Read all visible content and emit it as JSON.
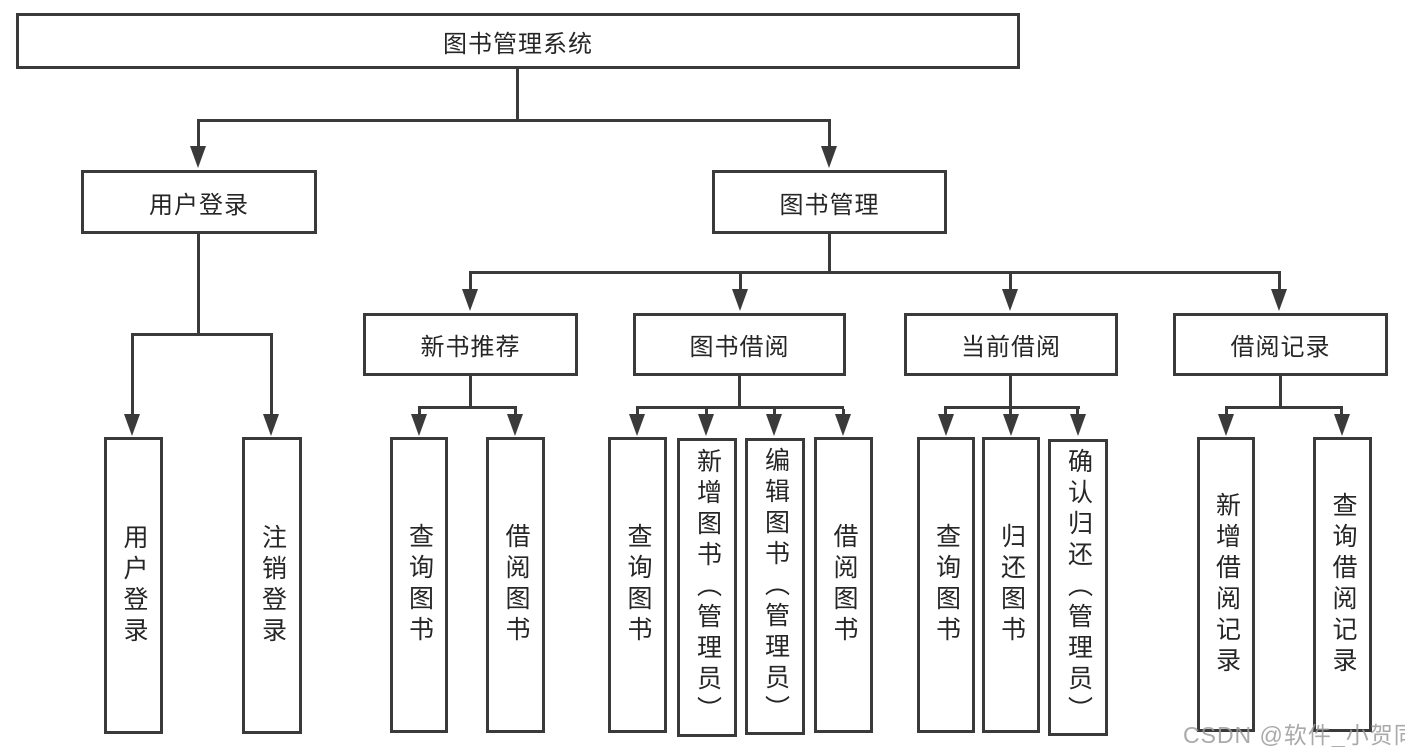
{
  "tree": {
    "label": "图书管理系统",
    "children": [
      {
        "label": "用户登录",
        "children": [
          {
            "label": "用户登录"
          },
          {
            "label": "注销登录"
          }
        ]
      },
      {
        "label": "图书管理",
        "children": [
          {
            "label": "新书推荐",
            "children": [
              {
                "label": "查询图书"
              },
              {
                "label": "借阅图书"
              }
            ]
          },
          {
            "label": "图书借阅",
            "children": [
              {
                "label": "查询图书"
              },
              {
                "label": "新增图书（管理员）"
              },
              {
                "label": "编辑图书（管理员）"
              },
              {
                "label": "借阅图书"
              }
            ]
          },
          {
            "label": "当前借阅",
            "children": [
              {
                "label": "查询图书"
              },
              {
                "label": "归还图书"
              },
              {
                "label": "确认归还（管理员）"
              }
            ]
          },
          {
            "label": "借阅记录",
            "children": [
              {
                "label": "新增借阅记录"
              },
              {
                "label": "查询借阅记录"
              }
            ]
          }
        ]
      }
    ]
  },
  "watermark": {
    "text": "CSDN @软件_小贺同学"
  },
  "colors": {
    "line": "#3a3a3a",
    "text": "#262626",
    "background": "#ffffff",
    "watermark": "#9b9b9b"
  }
}
